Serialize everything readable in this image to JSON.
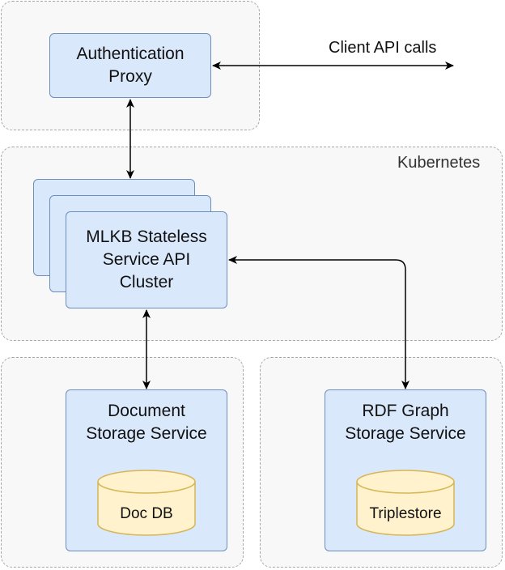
{
  "diagram": {
    "client_label": "Client API calls",
    "kubernetes_label": "Kubernetes",
    "auth_proxy_label": "Authentication\nProxy",
    "mlkb_label": "MLKB Stateless\nService API\nCluster",
    "document_storage_label": "Document\nStorage Service",
    "rdf_storage_label": "RDF Graph\nStorage Service",
    "doc_db_label": "Doc DB",
    "triplestore_label": "Triplestore"
  },
  "colors": {
    "box_fill": "#dae8fc",
    "box_stroke": "#6c8ebf",
    "db_fill": "#fff2cc",
    "db_stroke": "#d6b656",
    "group_border": "#a8a8a8"
  }
}
